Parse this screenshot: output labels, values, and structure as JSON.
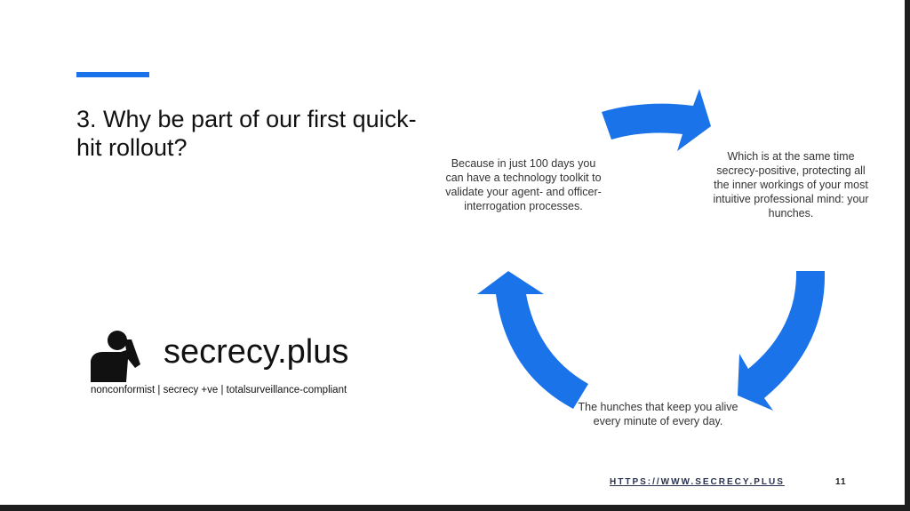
{
  "slide": {
    "title": "3. Why be part of our first quick-hit rollout?",
    "cycle": [
      "Because in just 100 days you can have a technology toolkit to validate your agent- and officer-interrogation processes.",
      "Which is at the same time secrecy-positive, protecting all the inner workings of your most intuitive professional mind: your hunches.",
      "The hunches that keep you alive every minute of every day."
    ],
    "logo": {
      "name": "secrecy.plus",
      "tagline": "nonconformist | secrecy +ve | totalsurveillance-compliant"
    },
    "footer": {
      "url": "HTTPS://WWW.SECRECY.PLUS",
      "page_number": "11"
    }
  },
  "colors": {
    "accent": "#1a73e8"
  }
}
